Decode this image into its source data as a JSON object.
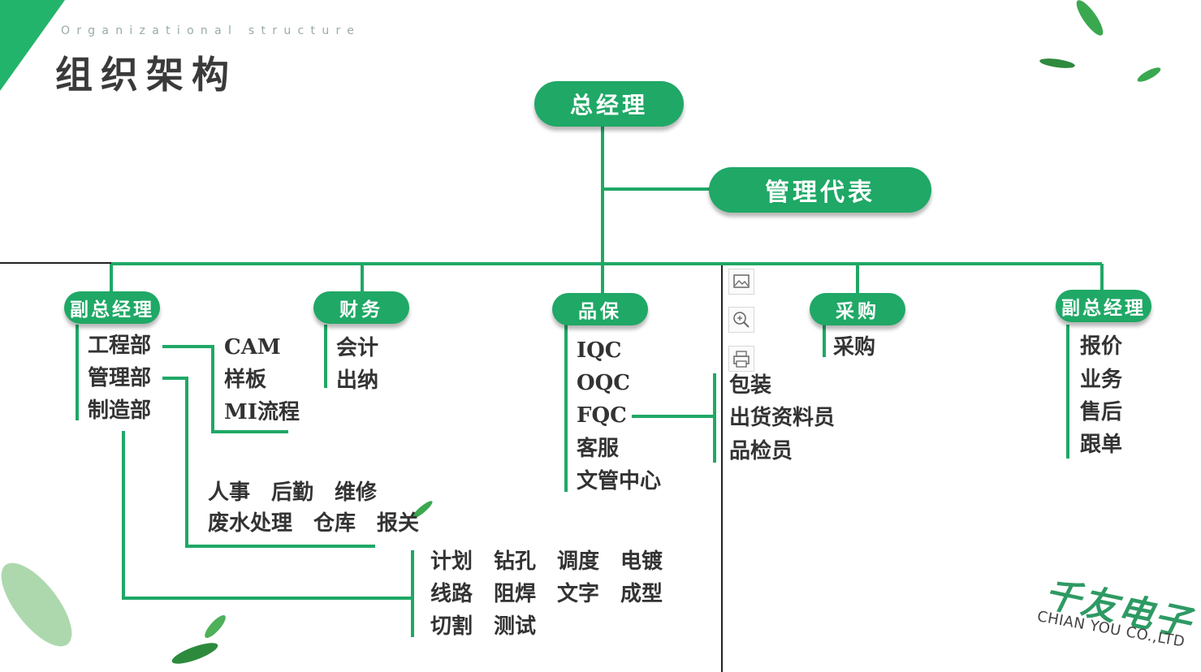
{
  "header": {
    "subtitle": "Organizational structure",
    "title": "组织架构"
  },
  "nodes": {
    "gm": "总经理",
    "rep": "管理代表",
    "vp_left": "副总经理",
    "finance": "财务",
    "qa": "品保",
    "purchase": "采购",
    "vp_right": "副总经理"
  },
  "vp_left": {
    "departments": [
      "工程部",
      "管理部",
      "制造部"
    ],
    "engineering": [
      "CAM",
      "样板",
      "MI流程"
    ],
    "admin_row1": "人事　后勤　维修",
    "admin_row2": "废水处理　仓库　报关",
    "mfg_row1": "计划　钻孔　调度　电镀",
    "mfg_row2": "线路　阻焊　文字　成型",
    "mfg_row3": "切割　测试"
  },
  "finance": [
    "会计",
    "出纳"
  ],
  "qa": {
    "items": [
      "IQC",
      "OQC",
      "FQC",
      "客服",
      "文管中心"
    ],
    "fqc_sub": [
      "包装",
      "出货资料员",
      "品检员"
    ]
  },
  "purchase": [
    "采购"
  ],
  "vp_right": [
    "报价",
    "业务",
    "售后",
    "跟单"
  ],
  "toolbar": {
    "icons": [
      "image-icon",
      "zoom-in-icon",
      "print-icon"
    ]
  },
  "brand": {
    "cn": "千友电子",
    "en": "CHIAN YOU CO.,LTD"
  },
  "colors": {
    "accent": "#1fa866",
    "line": "#1fa866",
    "text": "#333333"
  }
}
